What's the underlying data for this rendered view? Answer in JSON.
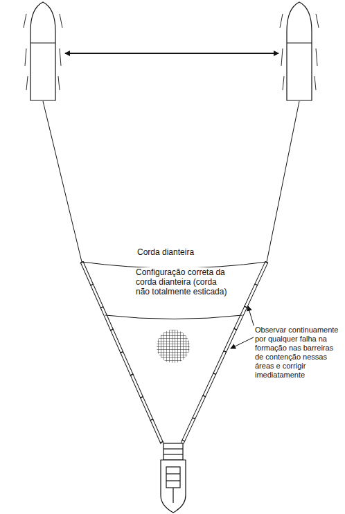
{
  "diagram": {
    "labels": [
      "Corda dianteira",
      "Configuração correta da corda dianteira (corda não totalmente esticada)",
      "Observar continuamente por qualquer falha na formação nas barreiras de contenção nessas áreas e corrigir imediatamente"
    ]
  }
}
